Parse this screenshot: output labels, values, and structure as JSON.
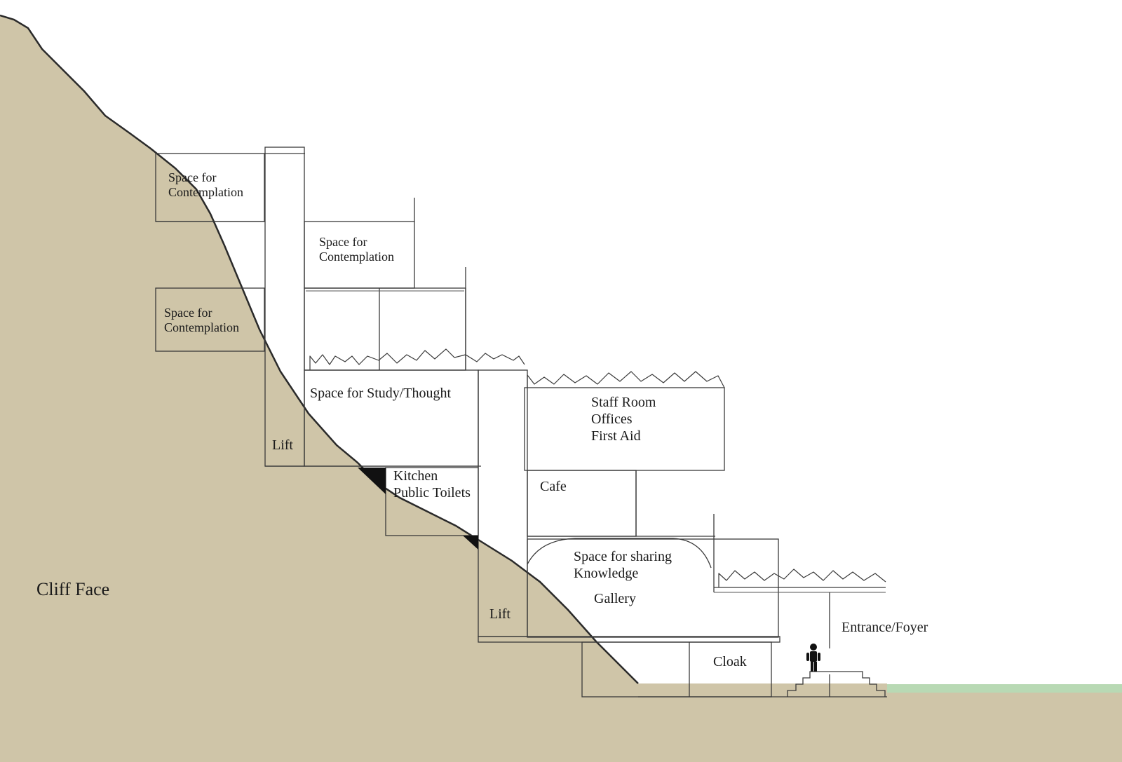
{
  "colors": {
    "cliff": "#cfc5a8",
    "grass": "#b8d9b4",
    "ink": "#2a2a2a"
  },
  "labels": {
    "cliff_face": "Cliff Face",
    "contemplation_top": [
      "Space for",
      "Contemplation"
    ],
    "contemplation_mid": [
      "Space for",
      "Contemplation"
    ],
    "contemplation_left": [
      "Space for",
      "Contemplation"
    ],
    "study": "Space for Study/Thought",
    "lift_upper": "Lift",
    "lift_lower": "Lift",
    "kitchen": [
      "Kitchen",
      "Public Toilets"
    ],
    "staff": [
      "Staff Room",
      "Offices",
      "First Aid"
    ],
    "cafe": "Cafe",
    "knowledge": [
      "Space for sharing",
      "Knowledge"
    ],
    "gallery": "Gallery",
    "entrance": "Entrance/Foyer",
    "cloak": "Cloak"
  }
}
